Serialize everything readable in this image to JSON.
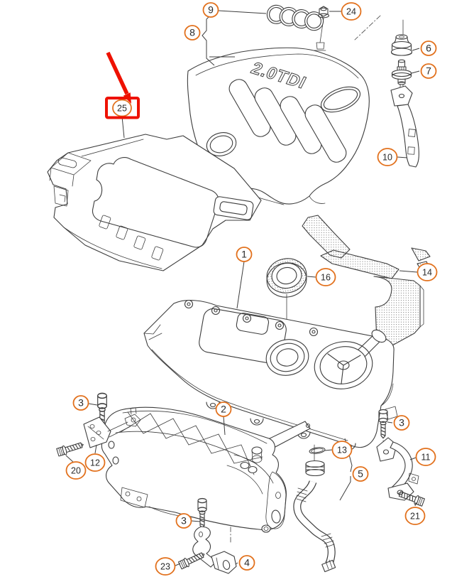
{
  "diagram": {
    "engine_cover_label": "2.0TDI",
    "highlighted_callout": "25",
    "colors": {
      "callout_ring": "#e2711d",
      "line": "#3d3d3d",
      "highlight": "#ee1100",
      "background": "#ffffff"
    },
    "callouts": {
      "c1": "1",
      "c2": "2",
      "c3a": "3",
      "c3b": "3",
      "c3c": "3",
      "c4": "4",
      "c5": "5",
      "c6": "6",
      "c7": "7",
      "c8": "8",
      "c9": "9",
      "c10": "10",
      "c11": "11",
      "c12": "12",
      "c13": "13",
      "c14": "14",
      "c16": "16",
      "c20": "20",
      "c21": "21",
      "c23": "23",
      "c24": "24",
      "c25": "25"
    }
  }
}
